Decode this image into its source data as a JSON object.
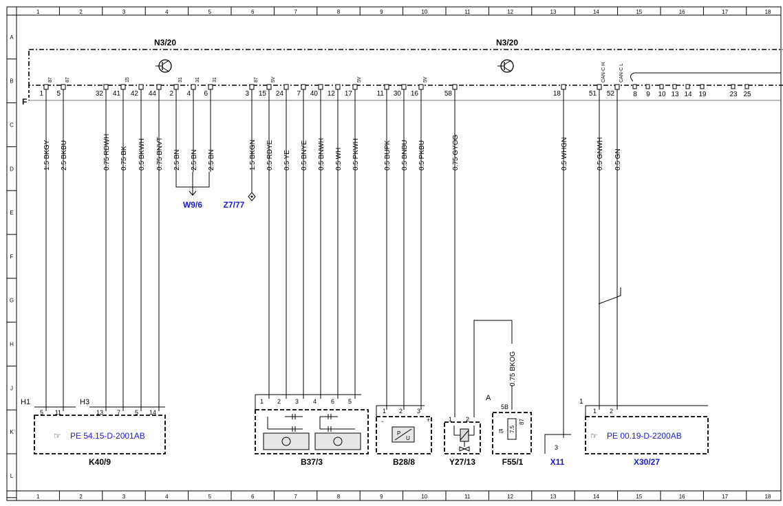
{
  "frame": {
    "col_labels": [
      "1",
      "2",
      "3",
      "4",
      "5",
      "6",
      "7",
      "8",
      "9",
      "10",
      "11",
      "12",
      "13",
      "14",
      "15",
      "16",
      "17",
      "18"
    ],
    "row_labels": [
      "A",
      "B",
      "C",
      "D",
      "E",
      "F",
      "G",
      "H",
      "J",
      "K",
      "L"
    ]
  },
  "control_unit": {
    "label_left": "N3/20",
    "label_right": "N3/20",
    "edge_label": "F"
  },
  "pins": [
    {
      "num": "1",
      "wire": "1.5 BKGY",
      "term": "87"
    },
    {
      "num": "5",
      "wire": "2.5 BKBU",
      "term": "87"
    },
    {
      "num": "32",
      "wire": "0.75 RDWH",
      "term": ""
    },
    {
      "num": "41",
      "wire": "0.75 BK",
      "term": "15"
    },
    {
      "num": "42",
      "wire": "0.5 BKWH",
      "term": ""
    },
    {
      "num": "44",
      "wire": "0.75 BNVT",
      "term": ""
    },
    {
      "num": "2",
      "wire": "2.5 BN",
      "term": "31"
    },
    {
      "num": "4",
      "wire": "2.5 BN",
      "term": "31"
    },
    {
      "num": "6",
      "wire": "2.5 BN",
      "term": "31"
    },
    {
      "num": "3",
      "wire": "1.5 BKGN",
      "term": "87"
    },
    {
      "num": "15",
      "wire": "0.5 RDYE",
      "term": "5V"
    },
    {
      "num": "24",
      "wire": "0.5 YE",
      "term": ""
    },
    {
      "num": "7",
      "wire": "0.5 BNYE",
      "term": ""
    },
    {
      "num": "40",
      "wire": "0.5 BNWH",
      "term": ""
    },
    {
      "num": "12",
      "wire": "0.5 WH",
      "term": ""
    },
    {
      "num": "17",
      "wire": "0.5 PKWH",
      "term": "5V"
    },
    {
      "num": "11",
      "wire": "0.5 BUPK",
      "term": ""
    },
    {
      "num": "30",
      "wire": "0.5 BNBU",
      "term": ""
    },
    {
      "num": "16",
      "wire": "0.5 PKBU",
      "term": "5V"
    },
    {
      "num": "58",
      "wire": "0.75 GYOG",
      "term": ""
    },
    {
      "num": "18",
      "wire": "0.5 WHGN",
      "term": ""
    },
    {
      "num": "51",
      "wire": "0.5 GNWH",
      "term": "CAN-C H"
    },
    {
      "num": "52",
      "wire": "0.5 GN",
      "term": "CAN-C L"
    }
  ],
  "right_pins": [
    "8",
    "9",
    "10",
    "13",
    "14",
    "19",
    "23",
    "25"
  ],
  "ground_refs": {
    "w96": "W9/6",
    "z777": "Z7/77"
  },
  "components": {
    "k40": {
      "name": "K40/9",
      "ref": "PE 54.15-D-2001AB",
      "h1": "H1",
      "h3": "H3",
      "pins_h1": [
        "5",
        "11"
      ],
      "pins_h3": [
        "13",
        "7",
        "5",
        "14"
      ]
    },
    "b37": {
      "name": "B37/3",
      "pins": [
        "1",
        "2",
        "3",
        "4",
        "6",
        "5"
      ]
    },
    "b28": {
      "name": "B28/8",
      "pins": [
        "1",
        "2",
        "3"
      ],
      "sign_minus": "-",
      "sign_plus": "+",
      "sensor": "P",
      "sensor2": "U"
    },
    "y27": {
      "name": "Y27/13",
      "pins": [
        "1",
        "2"
      ]
    },
    "f55": {
      "name": "F55/1",
      "tag": "A",
      "pin": "5B",
      "f": "f5",
      "rating": "7.5",
      "term": "87",
      "feed_wire": "0.75 BKOG"
    },
    "x11": {
      "name": "X11",
      "pin": "3"
    },
    "x30": {
      "name": "X30/27",
      "ref": "PE 00.19-D-2200AB",
      "pin_tag": "1",
      "pins": [
        "1",
        "2"
      ]
    }
  }
}
